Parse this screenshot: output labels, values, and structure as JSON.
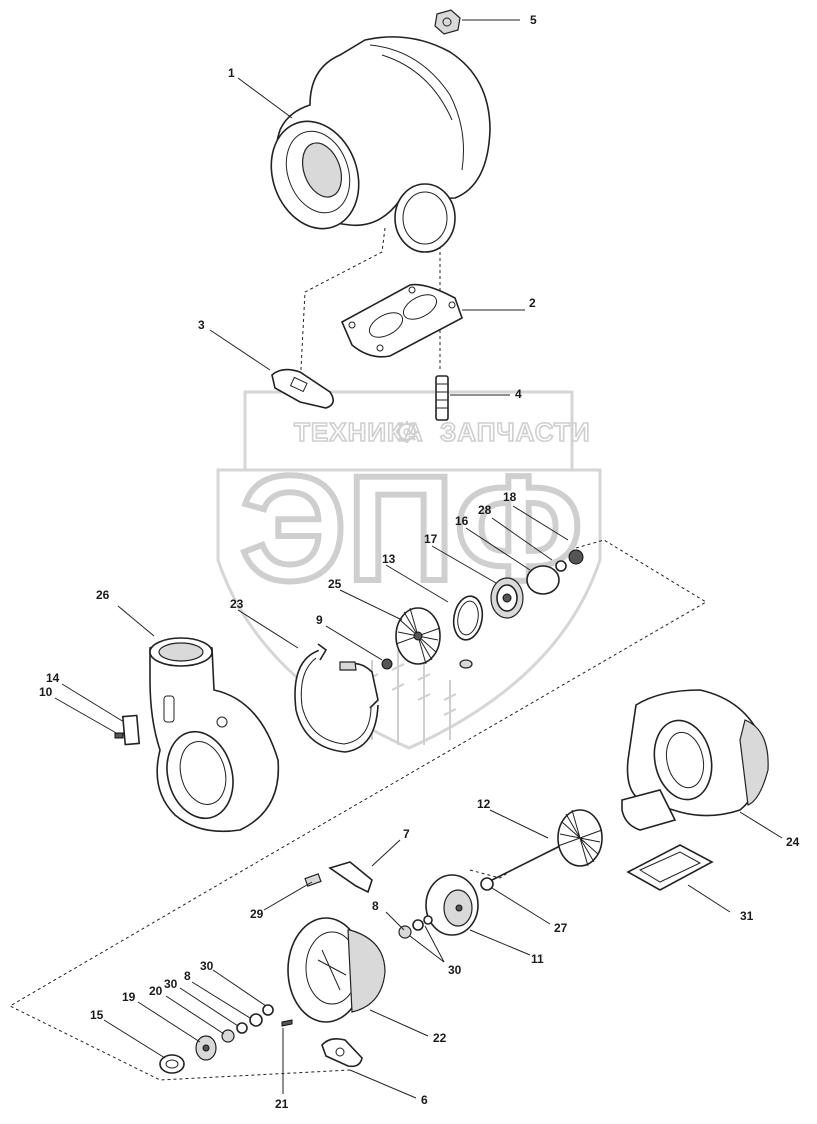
{
  "watermark": {
    "line1_left": "ТЕХНИКА",
    "line1_right": "ЗАПЧАСТИ",
    "big_text": "ЭПФ",
    "icon": "gear-icon"
  },
  "callouts": {
    "c1": "1",
    "c2": "2",
    "c3": "3",
    "c4": "4",
    "c5": "5",
    "c6": "6",
    "c7": "7",
    "c8a": "8",
    "c8b": "8",
    "c9": "9",
    "c10": "10",
    "c11": "11",
    "c12": "12",
    "c13": "13",
    "c14": "14",
    "c15": "15",
    "c16": "16",
    "c17": "17",
    "c18": "18",
    "c19": "19",
    "c20": "20",
    "c21": "21",
    "c22": "22",
    "c23": "23",
    "c24": "24",
    "c25": "25",
    "c26": "26",
    "c27": "27",
    "c28": "28",
    "c29": "29",
    "c30a": "30",
    "c30b": "30",
    "c30c": "30",
    "c31": "31"
  }
}
